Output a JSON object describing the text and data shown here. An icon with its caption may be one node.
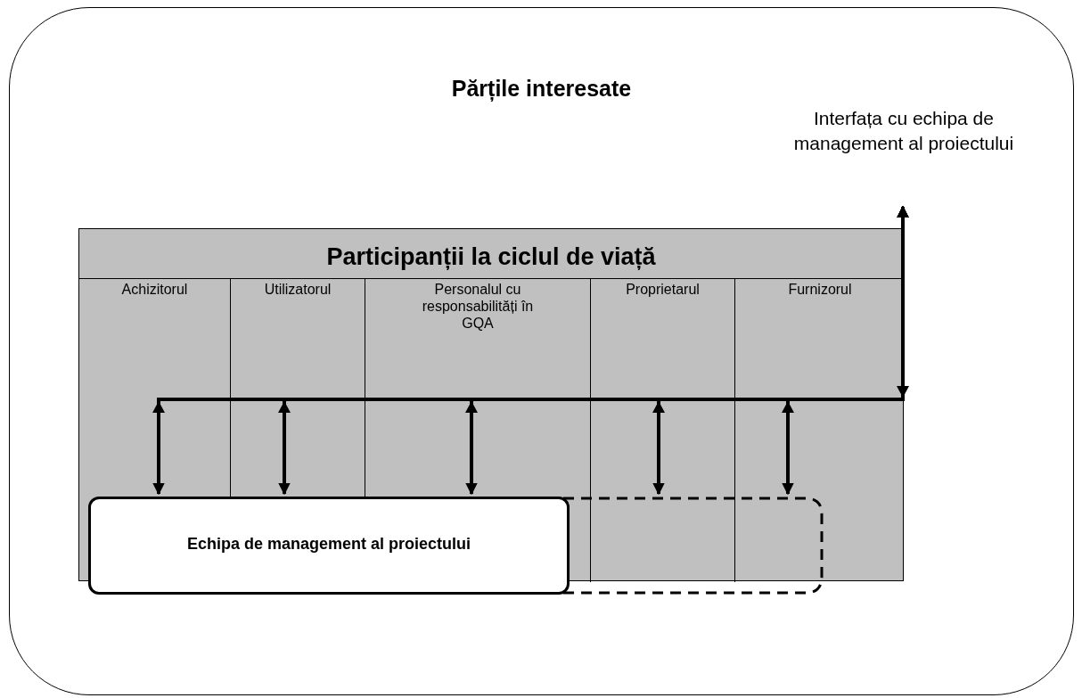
{
  "diagram": {
    "nodes": [
      {
        "text": [
          "Părțile interesate"
        ]
      },
      {
        "text": [
          "Interfața cu echipa de management al proiectului"
        ],
        "in": 0
      },
      {
        "text": [
          "Participanții la ciclul de viață"
        ],
        "in": 0
      },
      {
        "text": [
          "Achizitorul"
        ],
        "in": 2
      },
      {
        "text": [
          "Utilizatorul"
        ],
        "in": 2
      },
      {
        "text": [
          "Personalul cu responsabilități în GQA"
        ],
        "in": 2
      },
      {
        "text": [
          "Proprietarul"
        ],
        "in": 2
      },
      {
        "text": [
          "Furnizorul"
        ],
        "in": 2
      },
      {
        "text": [
          "Echipa de management al proiectului"
        ],
        "in": 2
      },
      {
        "text": [],
        "shape": "box",
        "in": 2
      }
    ],
    "edges": [
      {
        "from": 1,
        "to": 8,
        "arrow": "both"
      },
      {
        "from": 1,
        "to": 8,
        "arrow": "both"
      },
      {
        "from": 1,
        "to": 8,
        "arrow": "both"
      },
      {
        "from": 1,
        "to": 9,
        "arrow": "both"
      },
      {
        "from": 1,
        "to": 9,
        "arrow": "both"
      }
    ]
  }
}
